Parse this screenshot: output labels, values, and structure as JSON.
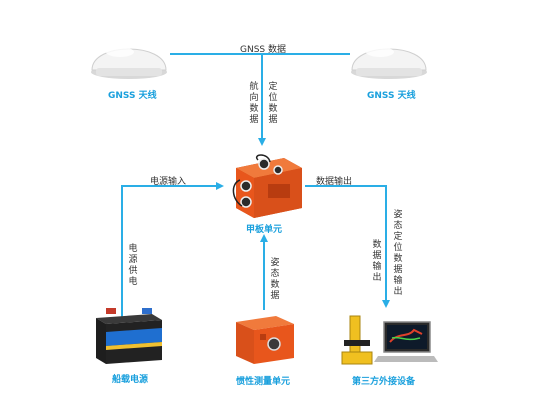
{
  "antenna_left_label": "GNSS 天线",
  "antenna_right_label": "GNSS 天线",
  "gnss_data_label": "GNSS 数据",
  "nav_data_label": "航向数据",
  "pos_data_label": "定位数据",
  "power_input_label": "电源输入",
  "data_output_label": "数据输出",
  "main_unit_label": "甲板单元",
  "power_supply_label": "电源供电",
  "attitude_data_label": "姿态数据",
  "attitude_output_label": "姿态定位数据输出",
  "data_output_v_label": "数据输出",
  "battery_label": "船载电源",
  "imu_label": "惯性测量单元",
  "third_party_label": "第三方外接设备",
  "colors": {
    "line": "#2aaee6",
    "caption": "#1aa0dd",
    "unit": "#e8561c"
  }
}
